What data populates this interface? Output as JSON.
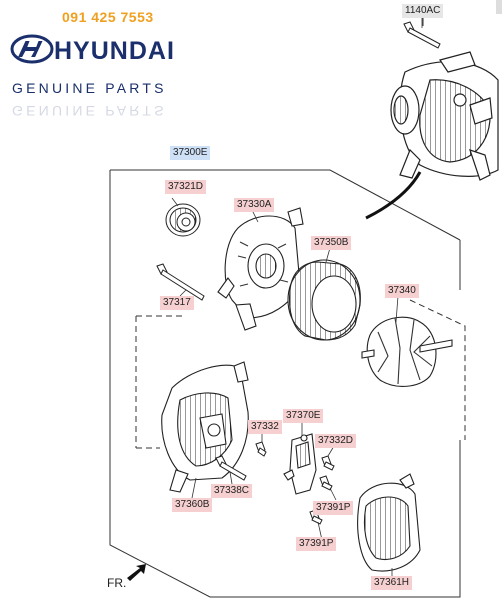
{
  "header": {
    "phone": "091 425 7553",
    "brand": "HYUNDAI",
    "tagline": "GENUINE PARTS"
  },
  "assembly": {
    "part_number": "37300E",
    "mount_bolt": "1140AC"
  },
  "parts": [
    {
      "id": "pulley",
      "number": "37321D"
    },
    {
      "id": "front-bracket",
      "number": "37330A"
    },
    {
      "id": "through-bolt",
      "number": "37317"
    },
    {
      "id": "stator",
      "number": "37350B"
    },
    {
      "id": "rotor",
      "number": "37340"
    },
    {
      "id": "regulator",
      "number": "37370E"
    },
    {
      "id": "screw-37332",
      "number": "37332"
    },
    {
      "id": "screw-37332d",
      "number": "37332D"
    },
    {
      "id": "bolt-37338c",
      "number": "37338C"
    },
    {
      "id": "rear-bracket",
      "number": "37360B"
    },
    {
      "id": "screw-37391p-a",
      "number": "37391P"
    },
    {
      "id": "screw-37391p-b",
      "number": "37391P"
    },
    {
      "id": "rear-cover",
      "number": "37361H"
    }
  ],
  "direction_label": "FR.",
  "colors": {
    "label_bg": "#f6d0d0",
    "assembly_label_bg": "#cde0f6",
    "brand": "#1a2f6b",
    "phone": "#f0a020"
  }
}
